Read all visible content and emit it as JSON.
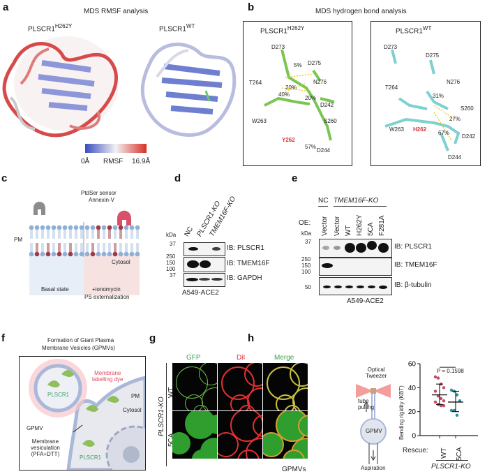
{
  "panel_a": {
    "label": "a",
    "title": "MDS RMSF analysis",
    "mutant_label": "PLSCR1",
    "mutant_sup": "H262Y",
    "wt_label": "PLSCR1",
    "wt_sup": "WT",
    "colorbar": {
      "min_label": "0Å",
      "title": "RMSF",
      "max_label": "16.9Å",
      "colors": [
        "#3b4cc0",
        "#f2f2f2",
        "#d73027"
      ]
    }
  },
  "panel_b": {
    "label": "b",
    "title": "MDS hydrogen bond analysis",
    "left": {
      "header": "PLSCR1",
      "header_sup": "H262Y",
      "residues": [
        "D273",
        "D275",
        "T264",
        "N276",
        "D242",
        "W263",
        "S260",
        "Y262",
        "D244"
      ],
      "percents": [
        "5%",
        "20%",
        "40%",
        "20%",
        "57%"
      ]
    },
    "right": {
      "header": "PLSCR1",
      "header_sup": "WT",
      "residues": [
        "D273",
        "D275",
        "T264",
        "N276",
        "S260",
        "W263",
        "H262",
        "D242",
        "D244"
      ],
      "percents": [
        "31%",
        "27%",
        "67%"
      ]
    }
  },
  "panel_c": {
    "label": "c",
    "sensor_line1": "PtdSer sensor",
    "sensor_line2": "Annexin-V",
    "pm": "PM",
    "cytosol": "Cytosol",
    "basal": "Basal state",
    "treated_line1": "+ionomycin",
    "treated_line2": "PS externalization"
  },
  "panel_d": {
    "label": "d",
    "kda": "kDa",
    "lanes": [
      "NC",
      "PLSCR1-KO",
      "TMEM16F-KO"
    ],
    "blots": [
      {
        "ib": "IB: PLSCR1",
        "markers": [
          "37"
        ]
      },
      {
        "ib": "IB: TMEM16F",
        "markers": [
          "250",
          "150",
          "100"
        ]
      },
      {
        "ib": "IB: GAPDH",
        "markers": [
          "37"
        ]
      }
    ],
    "cell_line": "A549-ACE2"
  },
  "panel_e": {
    "label": "e",
    "group_nc": "NC",
    "group_ko": "TMEM16F-KO",
    "oe": "OE:",
    "kda": "kDa",
    "lanes": [
      "Vector",
      "Vector",
      "WT",
      "H262Y",
      "5CA",
      "F281A"
    ],
    "blots": [
      {
        "ib": "IB: PLSCR1",
        "markers": [
          "37"
        ]
      },
      {
        "ib": "IB: TMEM16F",
        "markers": [
          "250",
          "150",
          "100"
        ]
      },
      {
        "ib": "IB: β-tubulin",
        "markers": [
          "50"
        ]
      }
    ],
    "cell_line": "A549-ACE2"
  },
  "panel_f": {
    "label": "f",
    "title_line1": "Formation of Giant Plasma",
    "title_line2": "Membrane Vesicles (GPMVs)",
    "dye_line1": "Membrane",
    "dye_line2": "labelling dye",
    "protein": "PLSCR1",
    "protein2": "PLSCR1",
    "gpmv": "GPMV",
    "pm": "PM",
    "cytosol": "Cytosol",
    "vesic_line1": "Membrane",
    "vesic_line2": "vesiculation",
    "vesic_line3": "(PFA+DTT)"
  },
  "panel_g": {
    "label": "g",
    "channels": [
      "GFP",
      "DiI",
      "Merge"
    ],
    "channel_colors": [
      "#3aa04a",
      "#d6303a",
      "#3aa04a"
    ],
    "group": "PLSCR1-KO",
    "rows": [
      "WT",
      "5CA"
    ],
    "footer": "GPMVs"
  },
  "panel_h": {
    "label": "h",
    "tweezer_line1": "Optical",
    "tweezer_line2": "Tweezer",
    "tube_line1": "tube",
    "tube_line2": "pulling",
    "gpmv": "GPMV",
    "aspiration": "Aspiration",
    "rescue": "Rescue:",
    "group": "PLSCR1-KO"
  },
  "chart_data": {
    "type": "scatter",
    "ylabel": "Bending rigidity (KBT)",
    "ylim": [
      0,
      60
    ],
    "yticks": [
      "0",
      "20",
      "40",
      "60"
    ],
    "categories": [
      "WT",
      "5CA"
    ],
    "annotation": "P = 0.1598",
    "series": [
      {
        "name": "WT",
        "color": "#c8485f",
        "values": [
          49,
          48,
          43,
          40,
          37,
          33,
          31,
          29,
          28,
          26,
          25,
          25
        ],
        "mean": 34,
        "sd": [
          26,
          43
        ]
      },
      {
        "name": "5CA",
        "color": "#2a8f9a",
        "values": [
          38,
          37,
          34,
          29,
          21,
          21,
          17
        ],
        "mean": 28,
        "sd": [
          20,
          37
        ]
      }
    ]
  }
}
